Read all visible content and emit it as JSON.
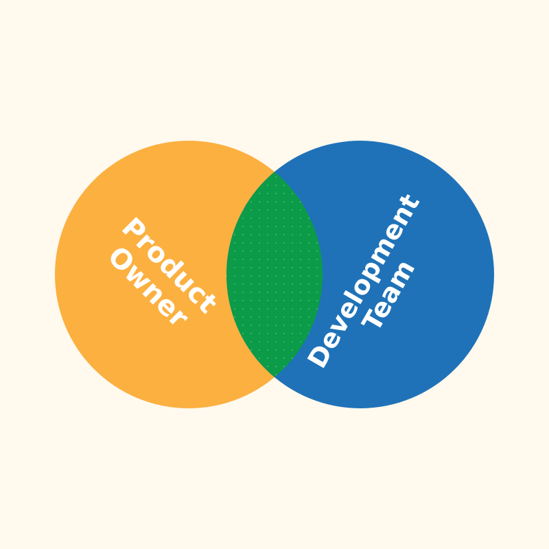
{
  "diagram": {
    "type": "venn",
    "sets": [
      {
        "id": "product-owner",
        "lines": [
          "Product",
          "Owner"
        ],
        "color": "#fbb040"
      },
      {
        "id": "development-team",
        "lines": [
          "Development",
          "Team"
        ],
        "color": "#1f72b8"
      }
    ],
    "intersection": {
      "color": "#0c9b48",
      "pattern": "dots",
      "dot_color": "#5cc48a"
    },
    "background": "#fff9ee"
  }
}
